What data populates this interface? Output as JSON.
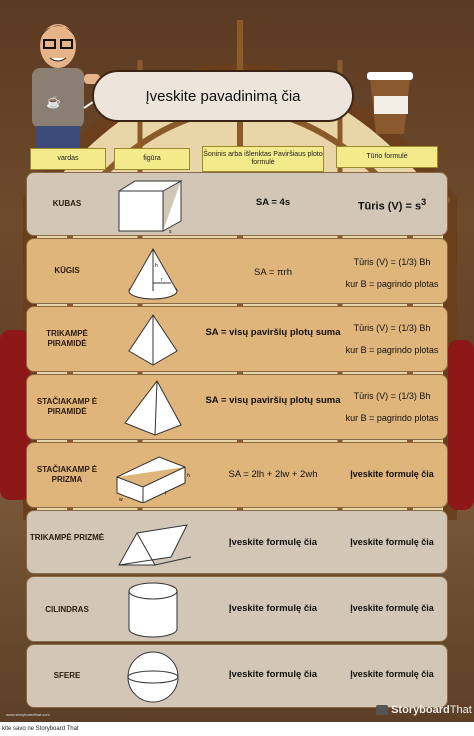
{
  "title": "Įveskite pavadinimą čia",
  "headers": {
    "name": "vardas",
    "figure": "figūra",
    "sa": "Šoninis arba išlenktas Paviršiaus ploto formulė",
    "volume": "Tūrio formulė"
  },
  "rows": [
    {
      "name": "KUBAS",
      "sa": "SA = 4s",
      "vol1": "Tūris (V) = s",
      "vol_sup": "3",
      "vol2": ""
    },
    {
      "name": "KŪGIS",
      "sa": "SA = πrh",
      "vol1": "Tūris (V) = (1/3) Bh",
      "vol_sup": "",
      "vol2": "kur B = pagrindo plotas"
    },
    {
      "name": "TRIKAMPĖ PIRAMIDĖ",
      "sa": "SA = visų paviršių plotų suma",
      "vol1": "Tūris (V) = (1/3) Bh",
      "vol_sup": "",
      "vol2": "kur B = pagrindo plotas"
    },
    {
      "name": "STAČIAKAMP Ė PIRAMIDĖ",
      "sa": "SA = visų paviršių plotų suma",
      "vol1": "Tūris (V) = (1/3) Bh",
      "vol_sup": "",
      "vol2": "kur B = pagrindo plotas"
    },
    {
      "name": "STAČIAKAMP Ė PRIZMA",
      "sa": "SA = 2lh + 2lw + 2wh",
      "vol1": "Įveskite formulę čia",
      "vol_sup": "",
      "vol2": ""
    },
    {
      "name": "TRIKAMPĖ PRIZMĖ",
      "sa": "Įveskite formulę čia",
      "vol1": "Įveskite formulę čia",
      "vol_sup": "",
      "vol2": ""
    },
    {
      "name": "CILINDRAS",
      "sa": "Įveskite formulę čia",
      "vol1": "Įveskite formulę čia",
      "vol_sup": "",
      "vol2": ""
    },
    {
      "name": "SFERE",
      "sa": "Įveskite formulę čia",
      "vol1": "Įveskite formulę čia",
      "vol_sup": "",
      "vol2": ""
    }
  ],
  "figure_labels": {
    "cube_s": "s",
    "cone_h": "h",
    "cone_r": "r",
    "prism_h": "h",
    "prism_l": "l",
    "prism_w": "w"
  },
  "watermark": "Storyboard",
  "watermark2": "That",
  "site_small": "www.storyboardthat.com",
  "footer_text": "kite savo ne Storyboard That",
  "colors": {
    "row_light": "#d2c6b6",
    "row_dark": "#e0b57c",
    "header": "#f3ea8c"
  }
}
